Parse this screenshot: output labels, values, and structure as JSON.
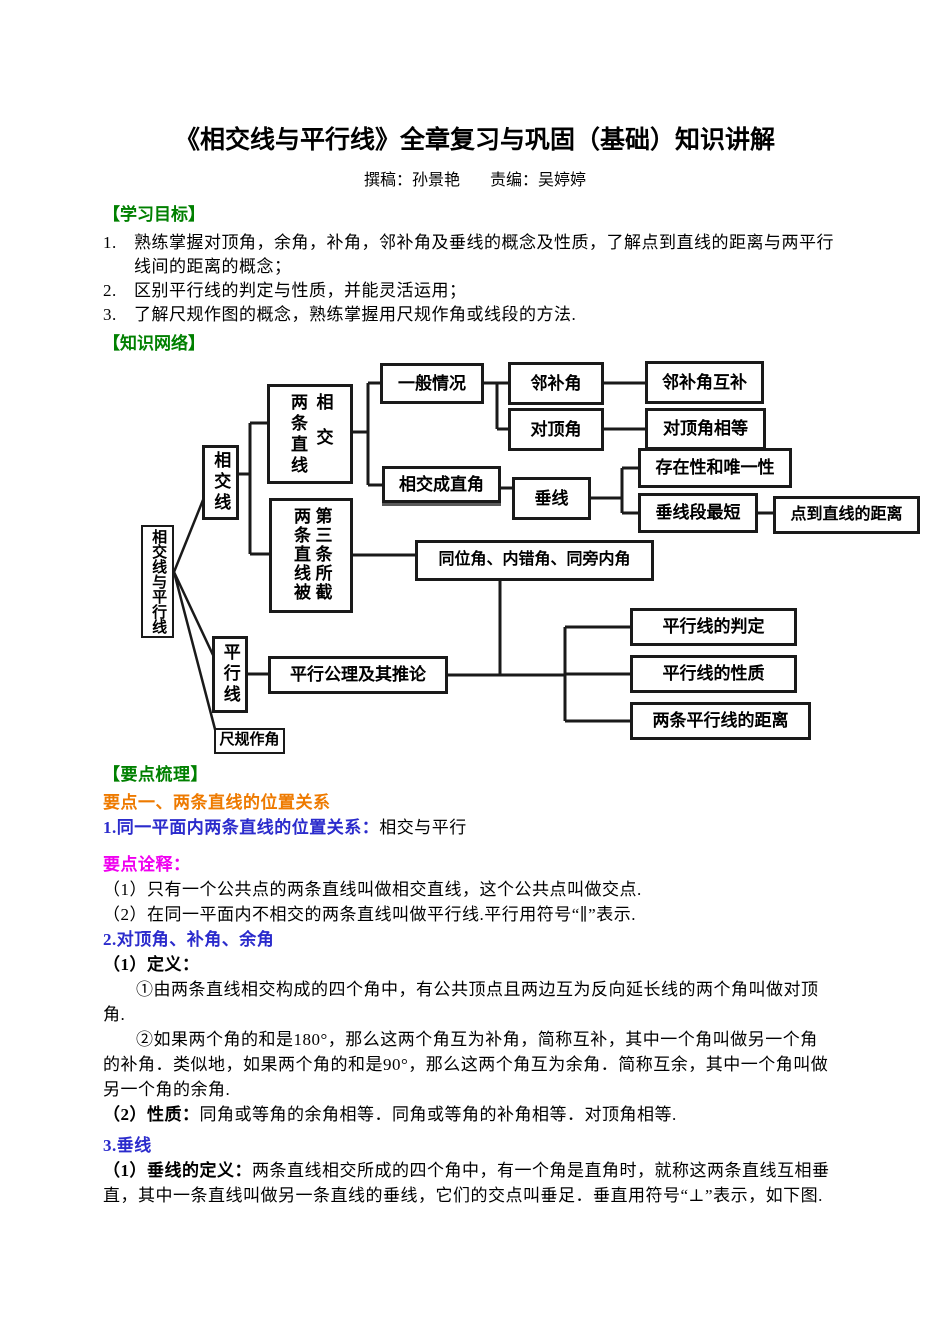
{
  "page": {
    "title": "《相交线与平行线》全章复习与巩固（基础）知识讲解",
    "byline_author": "撰稿：孙景艳",
    "byline_editor": "责编：吴婷婷"
  },
  "colors": {
    "heading_green": "#008000",
    "point_orange": "#ee7a00",
    "sub_blue": "#2b2bcc",
    "note_magenta": "#f000f0",
    "diagram_line": "#1a1a1a"
  },
  "goals": {
    "heading": "【学习目标】",
    "items": [
      {
        "num": "1.",
        "text": "熟练掌握对顶角，余角，补角，邻补角及垂线的概念及性质，了解点到直线的距离与两平行线间的距离的概念；"
      },
      {
        "num": "2.",
        "text": "区别平行线的判定与性质，并能灵活运用；"
      },
      {
        "num": "3.",
        "text": "了解尺规作图的概念，熟练掌握用尺规作角或线段的方法."
      }
    ]
  },
  "network": {
    "heading": "【知识网络】",
    "nodes": {
      "root": "相交线与平行线",
      "intersecting_lines": "相交线",
      "parallel_lines": "平行线",
      "ruler_compass": "尺规作角",
      "two_lines_intersect_c1": "两条直线",
      "two_lines_intersect_c2": "相交",
      "two_lines_cut_c1": "两条直线被",
      "two_lines_cut_c2": "第三条所截",
      "general_case": "一般情况",
      "adjacent_supplementary": "邻补角",
      "adjacent_supplementary_prop": "邻补角互补",
      "vertical_angles": "对顶角",
      "vertical_angles_prop": "对顶角相等",
      "intersect_right_angle": "相交成直角",
      "perpendicular": "垂线",
      "existence_uniqueness": "存在性和唯一性",
      "shortest_segment": "垂线段最短",
      "point_line_distance": "点到直线的距离",
      "angle_types": "同位角、内错角、同旁内角",
      "parallel_axiom": "平行公理及其推论",
      "parallel_judgement": "平行线的判定",
      "parallel_property": "平行线的性质",
      "parallel_distance": "两条平行线的距离"
    }
  },
  "outline": {
    "heading": "【要点梳理】",
    "point1_heading": "要点一、两条直线的位置关系",
    "sub1_label": "1.同一平面内两条直线的位置关系：",
    "sub1_text": "相交与平行",
    "notes_label": "要点诠释：",
    "note1": "（1）只有一个公共点的两条直线叫做相交直线，这个公共点叫做交点.",
    "note2": "（2）在同一平面内不相交的两条直线叫做平行线.平行用符号“∥”表示.",
    "sub2_heading": "2.对顶角、补角、余角",
    "def_label": "（1）定义：",
    "def1": "①由两条直线相交构成的四个角中，有公共顶点且两边互为反向延长线的两个角叫做对顶角.",
    "def2": "②如果两个角的和是180°，那么这两个角互为补角，简称互补，其中一个角叫做另一个角的补角．类似地，如果两个角的和是90°，那么这两个角互为余角．简称互余，其中一个角叫做另一个角的余角.",
    "prop_label": "（2）性质：",
    "prop_text": "同角或等角的余角相等．同角或等角的补角相等．对顶角相等.",
    "sub3_heading": "3.垂线",
    "perp_label": "（1）垂线的定义：",
    "perp_text": "两条直线相交所成的四个角中，有一个角是直角时，就称这两条直线互相垂直，其中一条直线叫做另一条直线的垂线，它们的交点叫垂足．垂直用符号“⊥”表示，如下图."
  }
}
